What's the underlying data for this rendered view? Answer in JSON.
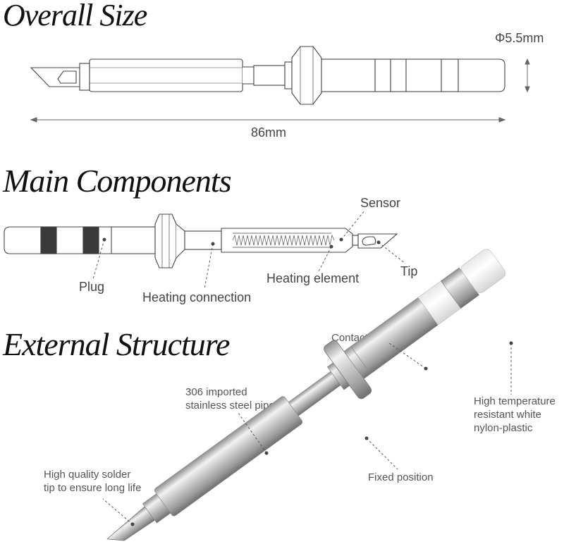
{
  "sections": {
    "overall": {
      "title": "Overall Size",
      "diameter": "Φ5.5mm",
      "length": "86mm"
    },
    "main": {
      "title": "Main Components",
      "sensor": "Sensor",
      "plug": "Plug",
      "heating_connection": "Heating connection",
      "heating_element": "Heating element",
      "tip": "Tip"
    },
    "external": {
      "title": "External Structure",
      "contact_electrode": "Contact electrode",
      "steel_pipe_line1": "306 imported",
      "steel_pipe_line2": "stainless steel pipe",
      "nylon_line1": "High temperature",
      "nylon_line2": "resistant white",
      "nylon_line3": "nylon-plastic",
      "solder_tip_line1": "High quality solder",
      "solder_tip_line2": "tip to ensure long life",
      "fixed_position": "Fixed position"
    }
  }
}
